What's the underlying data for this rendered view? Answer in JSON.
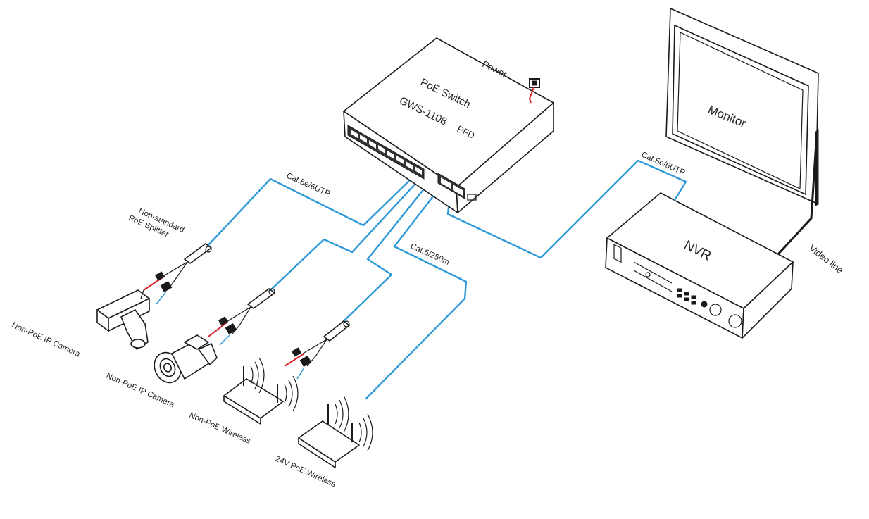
{
  "switch": {
    "title_line1": "PoE  Switch",
    "title_line2": "GWS-1108",
    "model_suffix": "PFD",
    "power_label": "Power"
  },
  "monitor_label": "Monitor",
  "nvr_label": "NVR",
  "video_line_label": "Video line",
  "cables": {
    "uplink_label": "Cat.5e/6UTP",
    "camera_label": "Cat.5e/6UTP",
    "long_label": "Cat.6/250m"
  },
  "splitter_label_line1": "Non-standard",
  "splitter_label_line2": "PoE Splitter",
  "devices": [
    "Non-PoE IP Camera",
    "Non-PoE IP Camera",
    "Non-PoE  Wireless",
    "24V PoE Wireless"
  ],
  "colors": {
    "cable": "#2f9ad8",
    "power_wire": "#d8232a",
    "outline": "#1a1a1a"
  }
}
